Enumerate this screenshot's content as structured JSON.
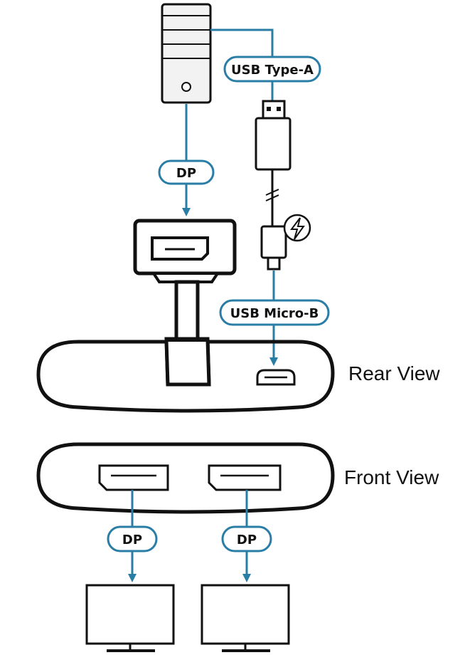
{
  "labels": {
    "usb_type_a": "USB Type-A",
    "usb_micro_b": "USB Micro-B",
    "dp_source": "DP",
    "dp_out_left": "DP",
    "dp_out_right": "DP"
  },
  "views": {
    "rear": "Rear View",
    "front": "Front View"
  },
  "icons": [
    "computer-tower-icon",
    "usb-plug-icon",
    "power-bolt-icon",
    "monitor-icon"
  ],
  "colors": {
    "connector": "#2a7ea6",
    "outline": "#111111",
    "tower_fill": "#f2f2f2"
  }
}
